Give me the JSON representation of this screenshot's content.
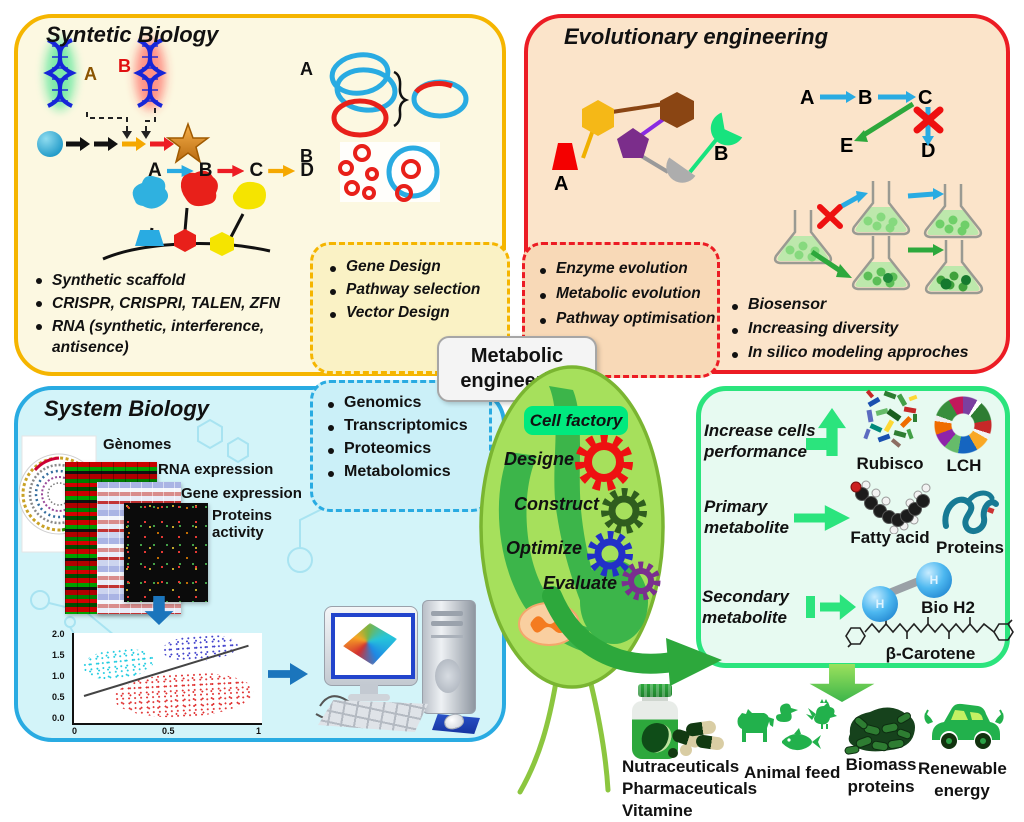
{
  "synthetic": {
    "title": "Syntetic Biology",
    "dna_a_label": "A",
    "dna_b_label": "B",
    "cascade": {
      "a": "A",
      "b": "B",
      "c": "C",
      "d": "D"
    },
    "bullets": [
      "Synthetic scaffold",
      "CRISPR, CRISPRI, TALEN, ZFN",
      "RNA (synthetic, interference, antisence)"
    ],
    "plasmid_a_label": "A",
    "plasmid_b_label": "B",
    "dashed_box": [
      "Gene Design",
      "Pathway selection",
      "Vector Design"
    ]
  },
  "evolutionary": {
    "title": "Evolutionary  engineering",
    "complex_a_label": "A",
    "complex_b_label": "B",
    "cascade": {
      "a": "A",
      "b": "B",
      "c": "C",
      "d": "D",
      "e": "E"
    },
    "dashed_box": [
      "Enzyme evolution",
      "Metabolic evolution",
      "Pathway optimisation"
    ],
    "bullets": [
      "Biosensor",
      "Increasing diversity",
      "In silico modeling approches"
    ]
  },
  "system": {
    "title": "System Biology",
    "layers": [
      "Gènomes",
      "RNA expression",
      "Gene expression",
      "Proteins activity"
    ],
    "dashed_box": [
      "Genomics",
      "Transcriptomics",
      "Proteomics",
      "Metabolomics"
    ],
    "plot": {
      "yticks": [
        "2.0",
        "1.5",
        "1.0",
        "0.5",
        "0.0"
      ],
      "xticks": [
        "0",
        "0.5",
        "1"
      ]
    }
  },
  "center": {
    "title_line1": "Metabolic",
    "title_line2": "engineering",
    "chip": "Cell factory",
    "steps": [
      "Designe",
      "Construct",
      "Optimize",
      "Evaluate"
    ]
  },
  "outputs": {
    "rows": [
      {
        "label": "Increase cells performance",
        "item1": "Rubisco",
        "item2": "LCH"
      },
      {
        "label": "Primary metabolite",
        "item1": "Fatty acid",
        "item2": "Proteins"
      },
      {
        "label": "Secondary metabolite",
        "item1": "Bio H2",
        "item2": "β-Carotene"
      }
    ],
    "h_atom": "H"
  },
  "products": [
    {
      "line1": "Nutraceuticals",
      "line2": "Pharmaceuticals",
      "line3": "Vitamine"
    },
    {
      "line1": "Animal feed"
    },
    {
      "line1": "Biomass",
      "line2": "proteins"
    },
    {
      "line1": "Renewable",
      "line2": "energy"
    }
  ],
  "colors": {
    "synthetic_border": "#F5B500",
    "evolutionary_border": "#EC1C24",
    "system_border": "#29ABE2",
    "outputs_border": "#2BE47D",
    "product_green": "#22B14C"
  }
}
